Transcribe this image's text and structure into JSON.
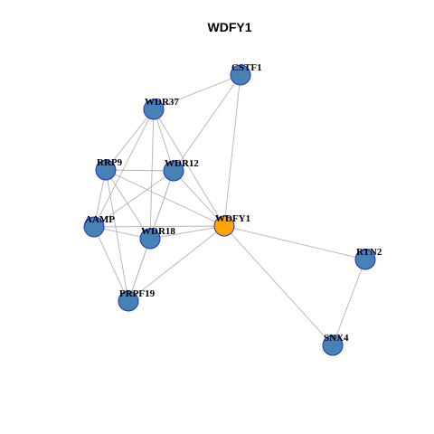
{
  "title": "WDFY1",
  "colors": {
    "background": "#ffffff",
    "edge": "#b3b3b3",
    "node_default": "#4682b4",
    "node_highlight": "#ffa500",
    "node_border": "#1f2fd6"
  },
  "nodes": [
    {
      "id": "CSTF1",
      "label": "CSTF1",
      "highlight": false
    },
    {
      "id": "WDR37",
      "label": "WDR37",
      "highlight": false
    },
    {
      "id": "RRP9",
      "label": "RRP9",
      "highlight": false
    },
    {
      "id": "WDR12",
      "label": "WDR12",
      "highlight": false
    },
    {
      "id": "AAMP",
      "label": "AAMP",
      "highlight": false
    },
    {
      "id": "WDR18",
      "label": "WDR18",
      "highlight": false
    },
    {
      "id": "WDFY1",
      "label": "WDFY1",
      "highlight": true
    },
    {
      "id": "RTN2",
      "label": "RTN2",
      "highlight": false
    },
    {
      "id": "PRPF19",
      "label": "PRPF19",
      "highlight": false
    },
    {
      "id": "SNX4",
      "label": "SNX4",
      "highlight": false
    }
  ],
  "edges": [
    [
      "CSTF1",
      "WDR37"
    ],
    [
      "CSTF1",
      "WDR12"
    ],
    [
      "CSTF1",
      "WDFY1"
    ],
    [
      "WDR37",
      "RRP9"
    ],
    [
      "WDR37",
      "WDR12"
    ],
    [
      "WDR37",
      "AAMP"
    ],
    [
      "WDR37",
      "WDR18"
    ],
    [
      "WDR37",
      "WDFY1"
    ],
    [
      "RRP9",
      "WDR12"
    ],
    [
      "RRP9",
      "AAMP"
    ],
    [
      "RRP9",
      "WDR18"
    ],
    [
      "RRP9",
      "WDFY1"
    ],
    [
      "RRP9",
      "PRPF19"
    ],
    [
      "WDR12",
      "AAMP"
    ],
    [
      "WDR12",
      "WDR18"
    ],
    [
      "WDR12",
      "WDFY1"
    ],
    [
      "WDR12",
      "PRPF19"
    ],
    [
      "AAMP",
      "WDR18"
    ],
    [
      "AAMP",
      "WDFY1"
    ],
    [
      "AAMP",
      "PRPF19"
    ],
    [
      "WDR18",
      "WDFY1"
    ],
    [
      "WDR18",
      "PRPF19"
    ],
    [
      "WDFY1",
      "PRPF19"
    ],
    [
      "WDFY1",
      "RTN2"
    ],
    [
      "WDFY1",
      "SNX4"
    ],
    [
      "RTN2",
      "SNX4"
    ]
  ]
}
